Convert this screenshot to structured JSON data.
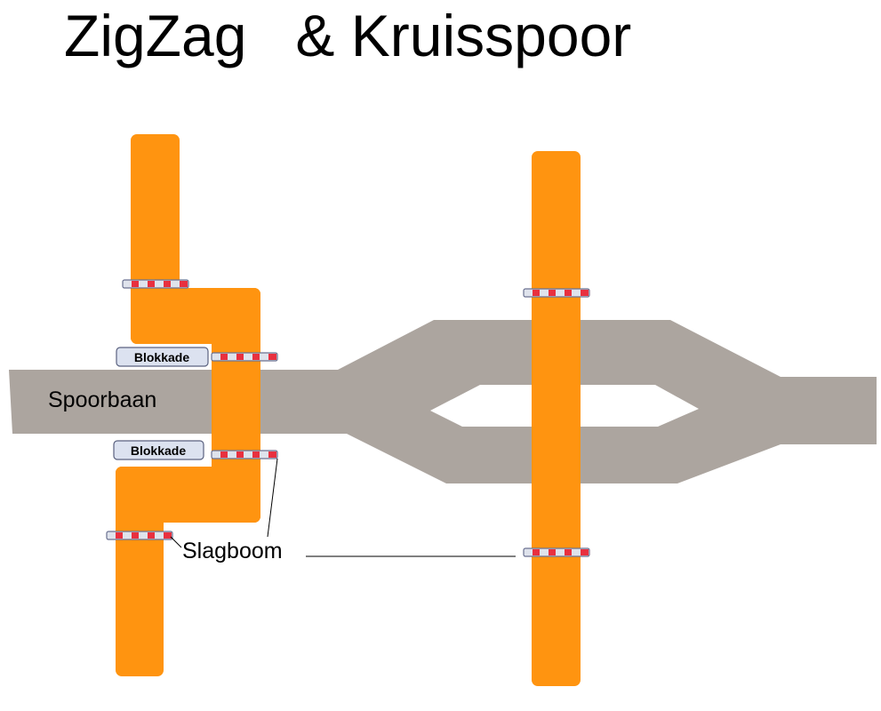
{
  "title": "ZigZag   & Kruisspoor",
  "labels": {
    "track": "Spoorbaan",
    "blockade_top": "Blokkade",
    "blockade_bottom": "Blokkade",
    "barrier": "Slagboom"
  },
  "colors": {
    "road": "#ff9410",
    "track": "#aca59f",
    "barrier_red": "#e8303f",
    "barrier_white": "#dfe3ec",
    "barrier_outline": "#6a7090",
    "label_box_fill": "#dce2f0",
    "label_box_stroke": "#5b6280"
  }
}
